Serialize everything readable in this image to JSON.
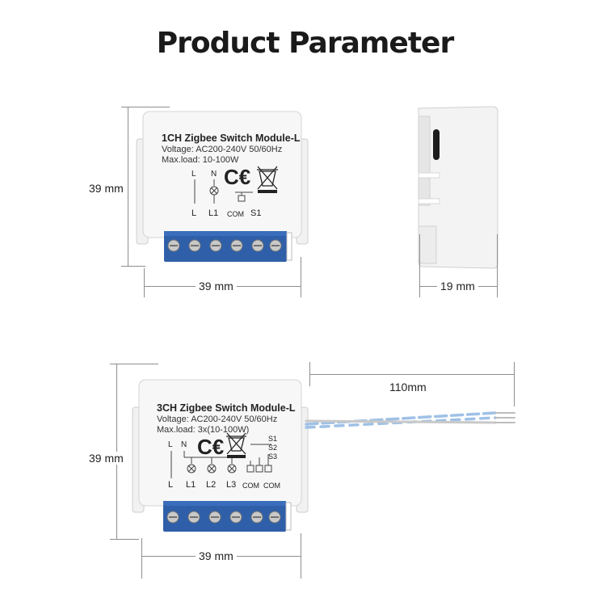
{
  "title": "Product Parameter",
  "module_1ch": {
    "name": "1CH Zigbee Switch Module-L",
    "voltage": "Voltage: AC200-240V 50/60Hz",
    "maxload": "Max.load: 10-100W",
    "terminals_top": [
      "L",
      "N"
    ],
    "terminals_bottom": [
      "L",
      "L1",
      "COM",
      "S1"
    ],
    "ce": "CE"
  },
  "module_3ch": {
    "name": "3CH Zigbee Switch Module-L",
    "voltage": "Voltage: AC200-240V 50/60Hz",
    "maxload": "Max.load: 3x(10-100W)",
    "terminals_top": [
      "L",
      "N"
    ],
    "switch_labels": [
      "S1",
      "S2",
      "S3"
    ],
    "terminals_bottom": [
      "L",
      "L1",
      "L2",
      "L3",
      "COM",
      "COM"
    ],
    "ce": "CE"
  },
  "dimensions": {
    "front1_height": "39 mm",
    "front1_width": "39 mm",
    "side_depth": "19 mm",
    "front3_height": "39 mm",
    "front3_width": "39 mm",
    "wire_length": "110mm"
  }
}
